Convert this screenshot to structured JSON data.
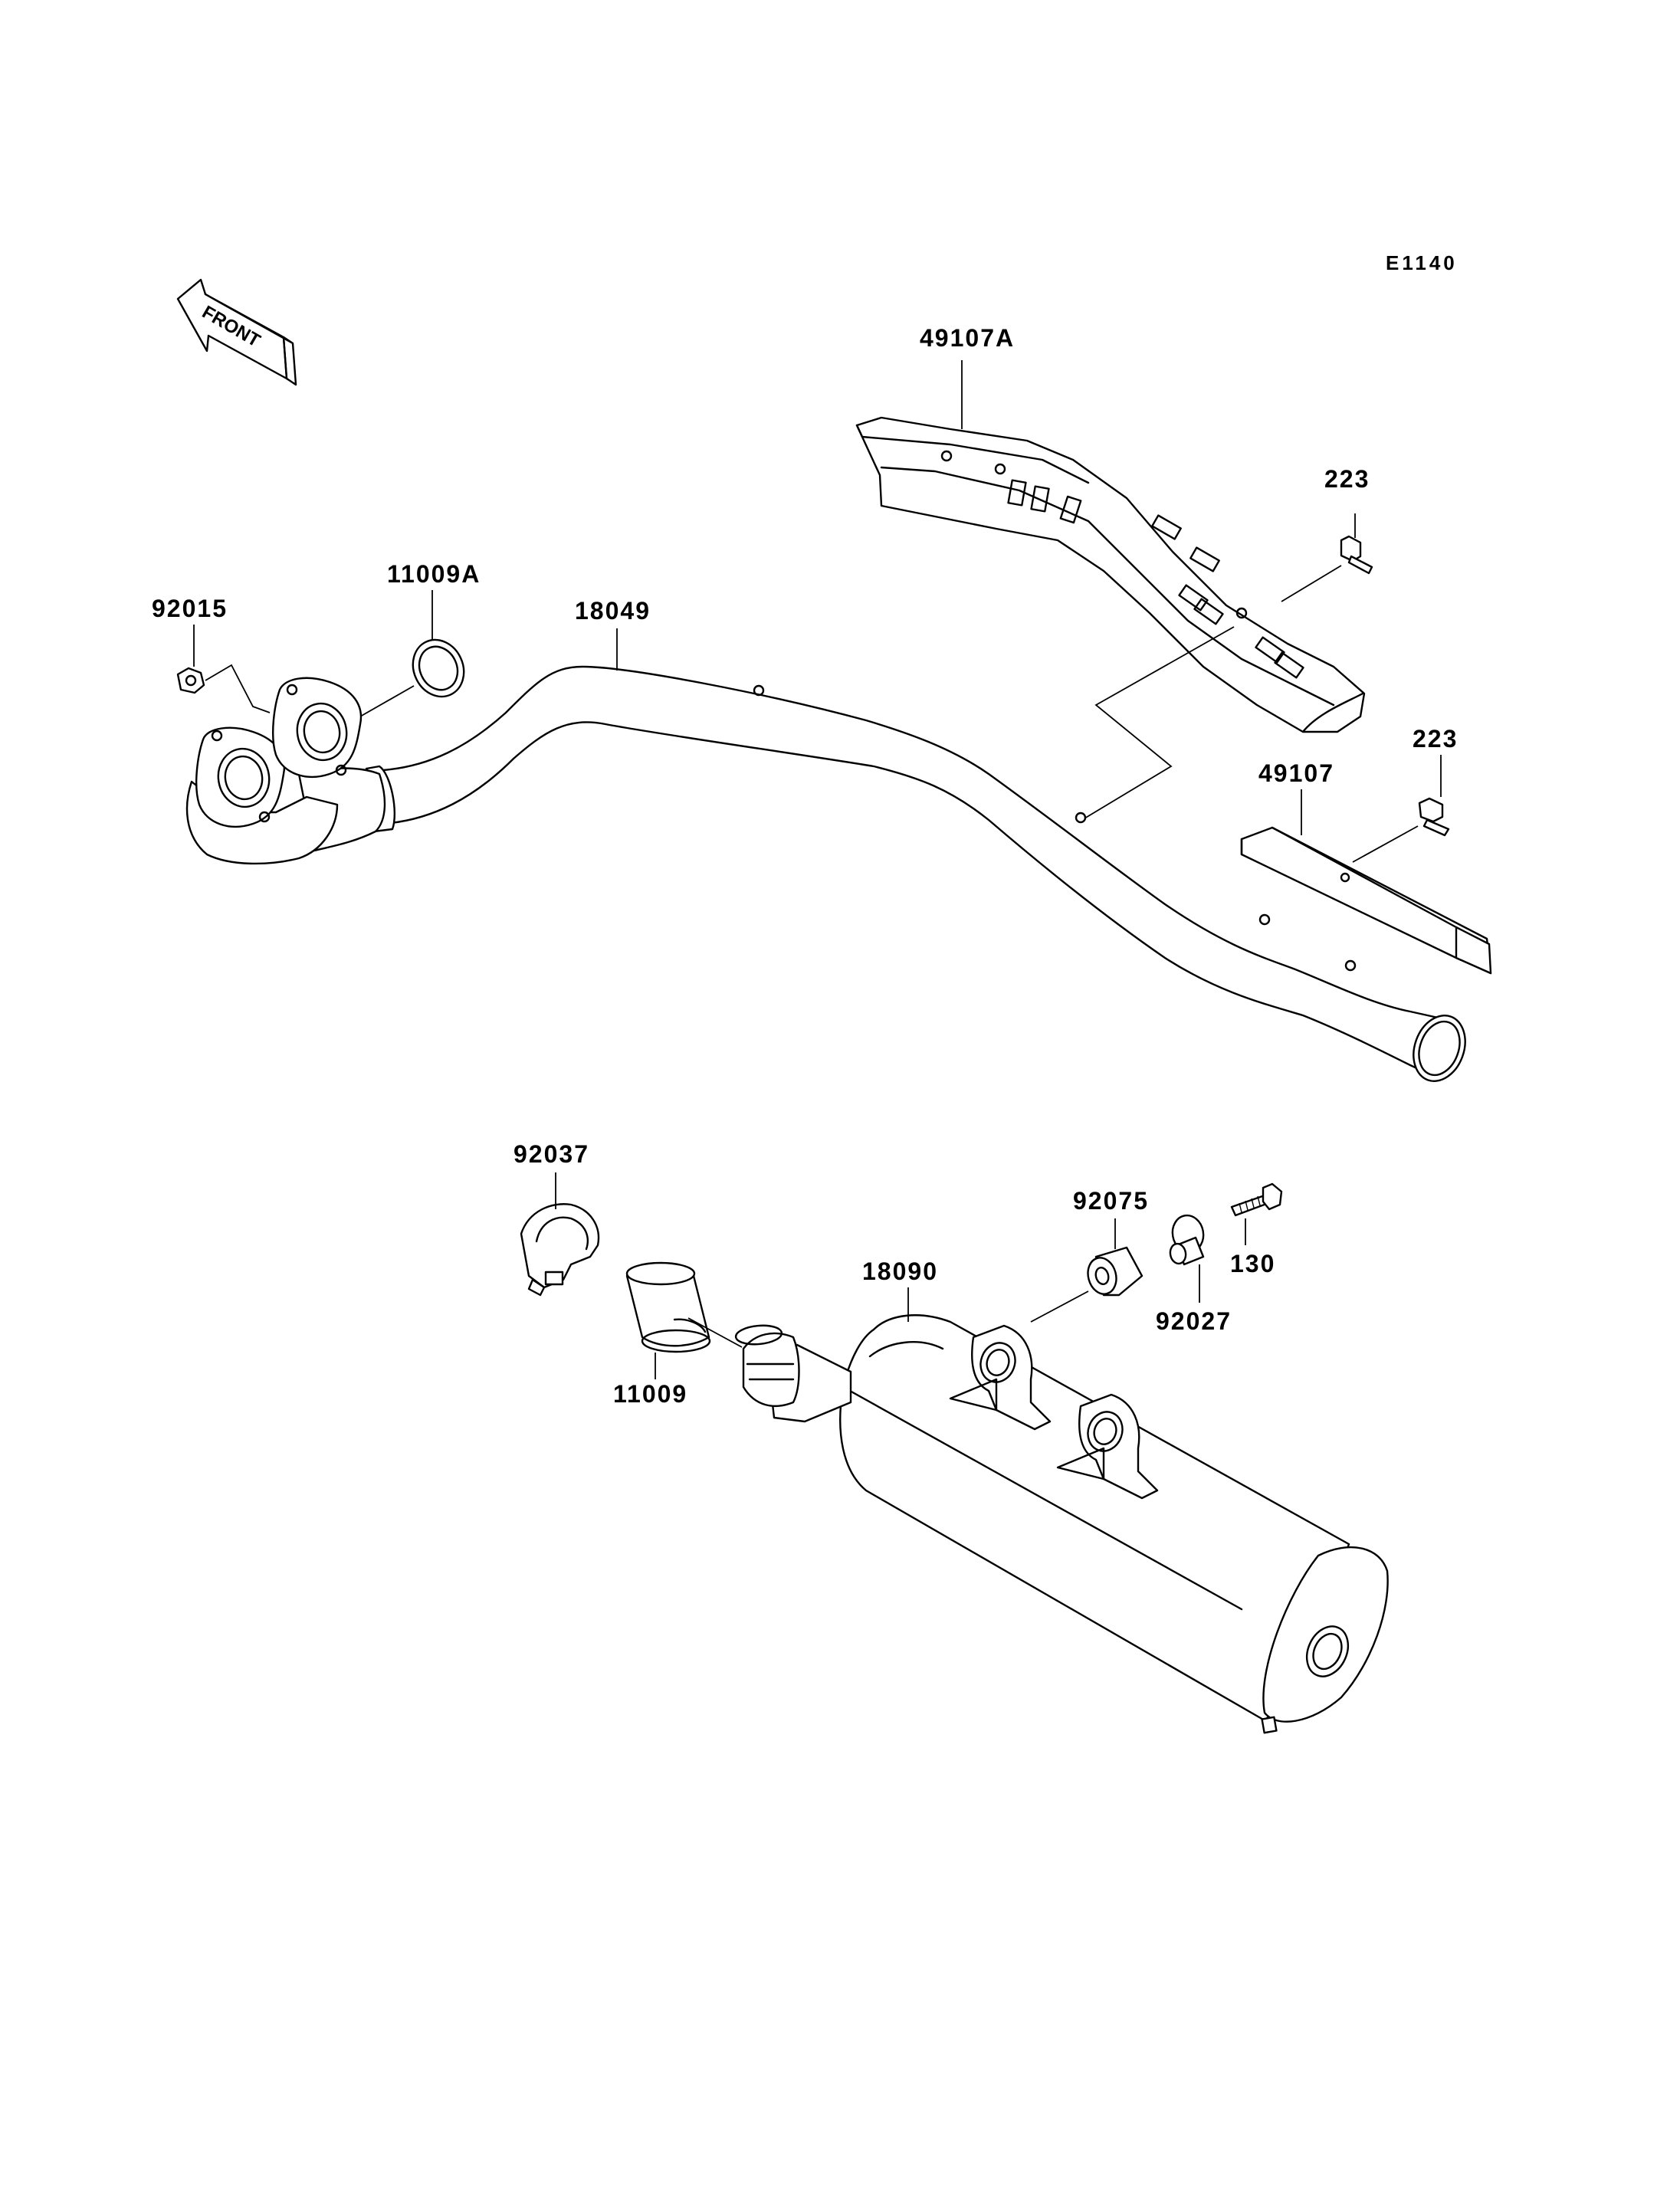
{
  "diagram_code": "E1140",
  "front_marker": "FRONT",
  "callouts": {
    "p49107A": "49107A",
    "p223_upper": "223",
    "p92015": "92015",
    "p11009A": "11009A",
    "p18049": "18049",
    "p223_lower": "223",
    "p49107": "49107",
    "p92037": "92037",
    "p92075": "92075",
    "p130": "130",
    "p18090": "18090",
    "p92027": "92027",
    "p11009": "11009"
  }
}
